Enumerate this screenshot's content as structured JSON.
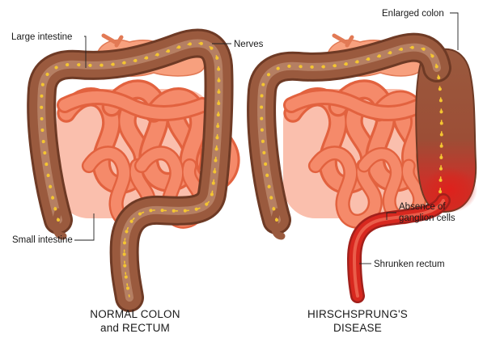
{
  "colors": {
    "colon_brown": "#9a5a3e",
    "colon_dark": "#6e3a25",
    "small_intestine": "#f58a6a",
    "small_intestine_shadow": "#e2623f",
    "stomach": "#f7a07e",
    "nerve_yellow": "#f4c531",
    "inflamed_red": "#d3201e"
  },
  "normal": {
    "labels": {
      "large_intestine": "Large intestine",
      "nerves": "Nerves",
      "small_intestine": "Small intestine"
    },
    "caption": {
      "line1": "NORMAL COLON",
      "line2": "and RECTUM"
    }
  },
  "disease": {
    "labels": {
      "enlarged_colon": "Enlarged colon",
      "absence_line1": "Absence of",
      "absence_line2": "ganglion cells",
      "shrunken_rectum": "Shrunken rectum"
    },
    "caption": {
      "line1": "HIRSCHSPRUNG'S",
      "line2": "DISEASE"
    }
  }
}
